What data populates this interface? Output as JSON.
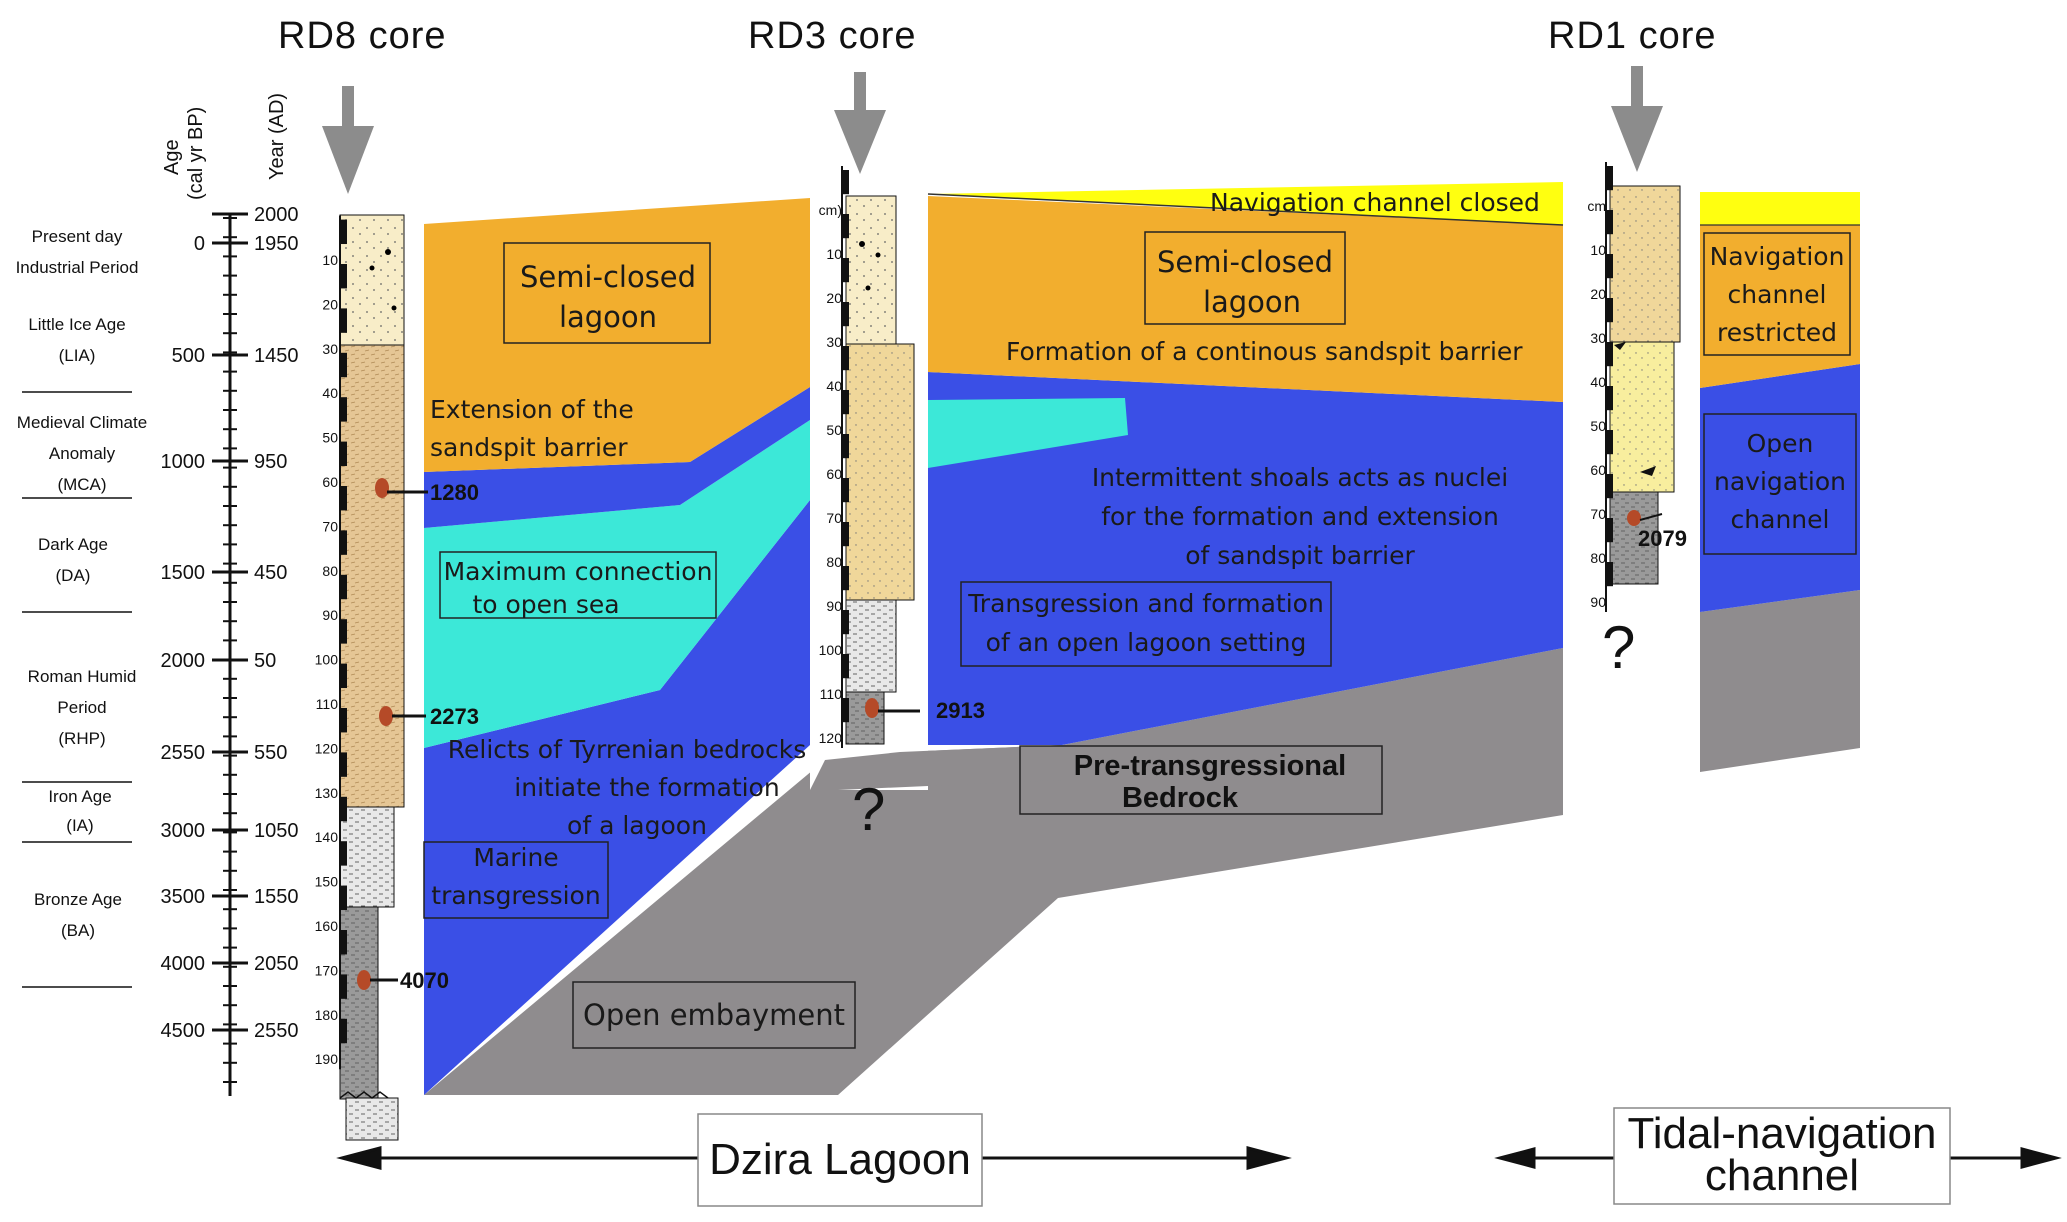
{
  "cores": {
    "rd8": "RD8 core",
    "rd3": "RD3 core",
    "rd1": "RD1 core"
  },
  "axes": {
    "age_label_1": "Age",
    "age_label_2": "(cal yr BP)",
    "year_label": "Year (AD)",
    "ticks": [
      {
        "bp": "",
        "ad": "2000"
      },
      {
        "bp": "0",
        "ad": "1950"
      },
      {
        "bp": "500",
        "ad": "1450"
      },
      {
        "bp": "1000",
        "ad": "950"
      },
      {
        "bp": "1500",
        "ad": "450"
      },
      {
        "bp": "2000",
        "ad": "50"
      },
      {
        "bp": "2550",
        "ad": "550"
      },
      {
        "bp": "3000",
        "ad": "1050"
      },
      {
        "bp": "3500",
        "ad": "1550"
      },
      {
        "bp": "4000",
        "ad": "2050"
      },
      {
        "bp": "4500",
        "ad": "2550"
      }
    ]
  },
  "periods": [
    [
      "Present day",
      "Industrial Period"
    ],
    [
      "Little Ice Age",
      "(LIA)"
    ],
    [
      "Medieval Climate",
      "Anomaly",
      "(MCA)"
    ],
    [
      "Dark Age",
      "(DA)"
    ],
    [
      "Roman Humid",
      "Period",
      "(RHP)"
    ],
    [
      "Iron Age",
      "(IA)"
    ],
    [
      "Bronze Age",
      "(BA)"
    ]
  ],
  "depths": {
    "rd8": [
      "10",
      "20",
      "30",
      "40",
      "50",
      "60",
      "70",
      "80",
      "90",
      "100",
      "110",
      "120",
      "130",
      "140",
      "150",
      "160",
      "170",
      "180",
      "190"
    ],
    "rd3": [
      "cm)",
      "10",
      "20",
      "30",
      "40",
      "50",
      "60",
      "70",
      "80",
      "90",
      "100",
      "110",
      "120"
    ],
    "rd1": [
      "cm",
      "10",
      "20",
      "30",
      "40",
      "50",
      "60",
      "70",
      "80",
      "90"
    ]
  },
  "dates": {
    "rd8_1": "1280",
    "rd8_2": "2273",
    "rd8_3": "4070",
    "rd3_1": "2913",
    "rd1_1": "2079"
  },
  "labels": {
    "semi_closed_lagoon_1": [
      "Semi-closed",
      "lagoon"
    ],
    "extension_sandspit": [
      "Extension of the",
      "sandspit barrier"
    ],
    "max_connection": [
      "Maximum connection",
      "to open sea"
    ],
    "relicts": [
      "Relicts of Tyrrenian bedrocks",
      "initiate the formation",
      "of a lagoon"
    ],
    "marine_transgression": [
      "Marine",
      "transgression"
    ],
    "open_embayment": "Open embayment",
    "nav_channel_closed": "Navigation channel closed",
    "semi_closed_lagoon_2": [
      "Semi-closed",
      "lagoon"
    ],
    "continuous_sandspit": "Formation of a continous sandspit barrier",
    "intermittent_shoals": [
      "Intermittent shoals acts as nuclei",
      "for the formation and extension",
      "of sandspit barrier"
    ],
    "transgression_open_lagoon": [
      "Transgression and formation",
      "of an open lagoon setting"
    ],
    "pre_transgressional": [
      "Pre-transgressional",
      "Bedrock"
    ],
    "nav_channel_restricted": [
      "Navigation",
      "channel",
      "restricted"
    ],
    "open_nav_channel": [
      "Open",
      "navigation",
      "channel"
    ],
    "unknown": "?"
  },
  "regions": {
    "dzira": "Dzira Lagoon",
    "tidal": [
      "Tidal-navigation",
      "channel"
    ]
  },
  "colors": {
    "orange": "#F2AE2E",
    "blue": "#3A4FE6",
    "cyan": "#3CE8D8",
    "gray": "#8F8C8E",
    "yellow": "#FFFF10",
    "arrow_gray": "#8C8C8C",
    "dot": "#B54A28"
  }
}
